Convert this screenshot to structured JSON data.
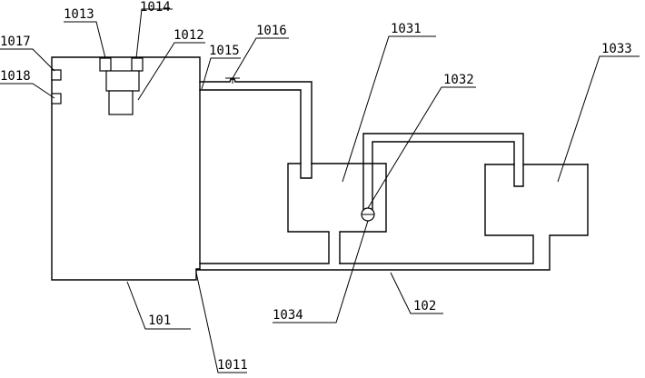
{
  "labels": {
    "l101": "101",
    "l1011": "1011",
    "l1012": "1012",
    "l1013": "1013",
    "l1014": "1014",
    "l1015": "1015",
    "l1016": "1016",
    "l1017": "1017",
    "l1018": "1018",
    "l102": "102",
    "l1031": "1031",
    "l1032": "1032",
    "l1033": "1033",
    "l1034": "1034"
  }
}
